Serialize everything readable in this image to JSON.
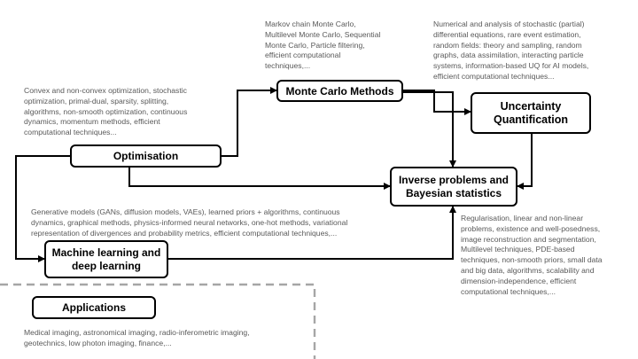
{
  "nodes": {
    "monte_carlo": "Monte Carlo Methods",
    "uncertainty": {
      "line1": "Uncertainty",
      "line2": "Quantification"
    },
    "optimisation": "Optimisation",
    "inverse": {
      "line1": "Inverse problems and",
      "line2": "Bayesian statistics"
    },
    "machine_learning": {
      "line1": "Machine learning and",
      "line2": "deep learning"
    },
    "applications": "Applications"
  },
  "descriptions": {
    "monte_carlo": [
      "Markov chain Monte Carlo,",
      "Multilevel Monte Carlo, Sequential",
      "Monte Carlo, Particle filtering,",
      "efficient computational",
      "techniques,..."
    ],
    "uncertainty": [
      "Numerical and analysis of stochastic (partial)",
      "differential equations, rare event estimation,",
      "random fields: theory and sampling, random",
      "graphs, data assimilation, interacting particle",
      "systems, information-based UQ for AI models,",
      "efficient computational techniques..."
    ],
    "optimisation": [
      "Convex and non-convex optimization, stochastic",
      "optimization, primal-dual, sparsity, splitting,",
      "algorithms, non-smooth optimization, continuous",
      "dynamics, momentum methods, efficient",
      "computational techniques..."
    ],
    "machine_learning": [
      "Generative models (GANs, diffusion models, VAEs), learned priors + algorithms, continuous",
      "dynamics, graphical methods, physics-informed neural networks, one-hot methods, variational",
      "representation of divergences and probability metrics, efficient computational techniques,..."
    ],
    "inverse": [
      "Regularisation, linear and non-linear",
      "problems, existence and well-posedness,",
      "image reconstruction and segmentation,",
      "Multilevel techniques, PDE-based",
      "techniques, non-smooth priors, small data",
      "and big data, algorithms, scalability and",
      "dimension-independence, efficient",
      "computational techniques,..."
    ],
    "applications": [
      "Medical imaging, astronomical imaging, radio-inferometric imaging,",
      "geotechnics, low photon imaging, finance,..."
    ]
  }
}
